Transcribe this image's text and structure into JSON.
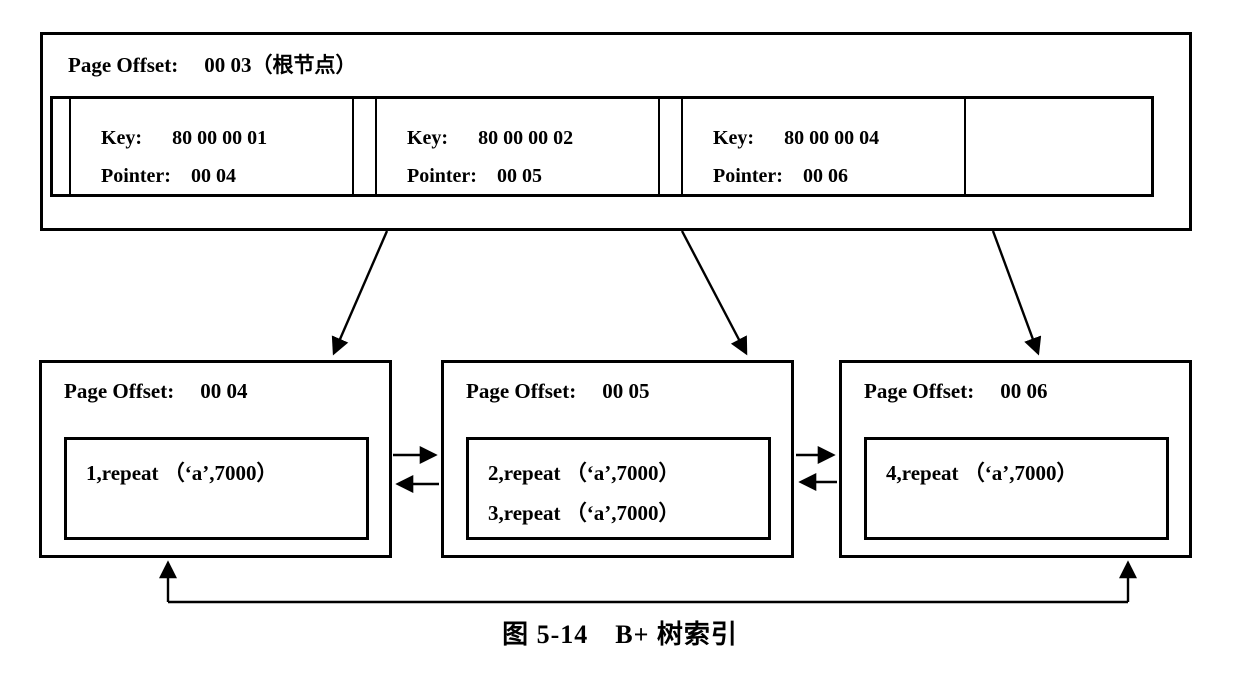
{
  "figure": {
    "caption": "图 5-14　B+ 树索引"
  },
  "root_node": {
    "title_label": "Page Offset:",
    "title_value": "00 03（根节点）",
    "cells": [
      {
        "key_label": "Key:",
        "key": "80 00 00 01",
        "pointer_label": "Pointer:",
        "pointer": "00 04"
      },
      {
        "key_label": "Key:",
        "key": "80 00 00 02",
        "pointer_label": "Pointer:",
        "pointer": "00 05"
      },
      {
        "key_label": "Key:",
        "key": "80 00 00 04",
        "pointer_label": "Pointer:",
        "pointer": "00 06"
      }
    ]
  },
  "leaf_nodes": [
    {
      "title_label": "Page Offset:",
      "title_value": "00 04",
      "rows": [
        "1,repeat （‘a’,7000）"
      ]
    },
    {
      "title_label": "Page Offset:",
      "title_value": "00 05",
      "rows": [
        "2,repeat （‘a’,7000）",
        "3,repeat （‘a’,7000）"
      ]
    },
    {
      "title_label": "Page Offset:",
      "title_value": "00 06",
      "rows": [
        "4,repeat （‘a’,7000）"
      ]
    }
  ],
  "colors": {
    "line": "#000000",
    "background": "#ffffff"
  }
}
